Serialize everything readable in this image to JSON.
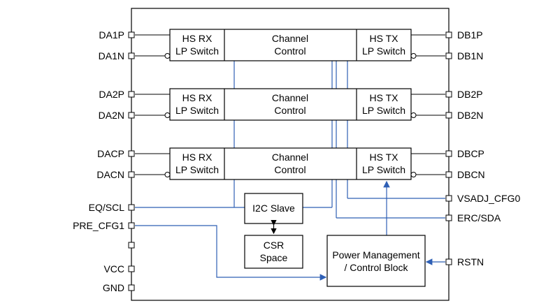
{
  "left_pins": [
    "DA1P",
    "DA1N",
    "DA2P",
    "DA2N",
    "DACP",
    "DACN",
    "EQ/SCL",
    "PRE_CFG1",
    "",
    "VCC",
    "GND"
  ],
  "right_pins": [
    "DB1P",
    "DB1N",
    "DB2P",
    "DB2N",
    "DBCP",
    "DBCN",
    "VSADJ_CFG0",
    "ERC/SDA",
    "RSTN"
  ],
  "channels": [
    {
      "rx": [
        "HS RX",
        "LP Switch"
      ],
      "ctrl": [
        "Channel",
        "Control"
      ],
      "tx": [
        "HS TX",
        "LP Switch"
      ]
    },
    {
      "rx": [
        "HS RX",
        "LP Switch"
      ],
      "ctrl": [
        "Channel",
        "Control"
      ],
      "tx": [
        "HS TX",
        "LP Switch"
      ]
    },
    {
      "rx": [
        "HS RX",
        "LP Switch"
      ],
      "ctrl": [
        "Channel",
        "Control"
      ],
      "tx": [
        "HS TX",
        "LP Switch"
      ]
    }
  ],
  "i2c": "I2C Slave",
  "csr": [
    "CSR",
    "Space"
  ],
  "pm": [
    "Power Management",
    "/ Control Block"
  ],
  "colors": {
    "wire": "#2e5fb5",
    "line": "#000000"
  }
}
